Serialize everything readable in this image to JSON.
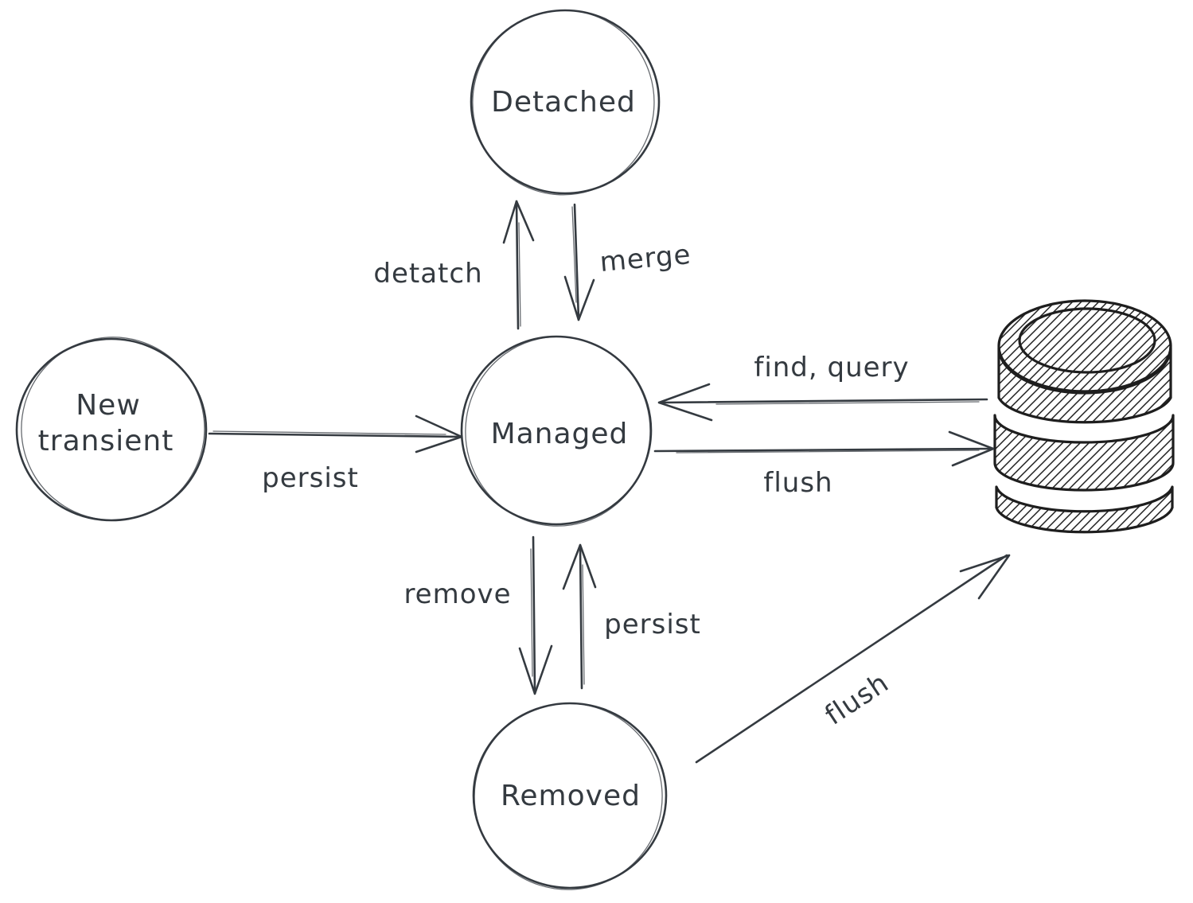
{
  "canvas": {
    "background": "#ffffff",
    "stroke_color": "#343a40",
    "database_stroke_color": "#1e1e1e"
  },
  "nodes": {
    "detached": {
      "label": "Detached"
    },
    "new_transient": {
      "line1": "New",
      "line2": "transient"
    },
    "managed": {
      "label": "Managed"
    },
    "removed": {
      "label": "Removed"
    },
    "database": {
      "icon": "database-icon"
    }
  },
  "edges": {
    "detatch": {
      "label": "detatch",
      "from": "Managed",
      "to": "Detached"
    },
    "merge": {
      "label": "merge",
      "from": "Detached",
      "to": "Managed"
    },
    "persist_new": {
      "label": "persist",
      "from": "New transient",
      "to": "Managed"
    },
    "find_query": {
      "label": "find, query",
      "from": "database",
      "to": "Managed"
    },
    "flush_managed": {
      "label": "flush",
      "from": "Managed",
      "to": "database"
    },
    "remove": {
      "label": "remove",
      "from": "Managed",
      "to": "Removed"
    },
    "persist_removed": {
      "label": "persist",
      "from": "Removed",
      "to": "Managed"
    },
    "flush_removed": {
      "label": "flush",
      "from": "Removed",
      "to": "database"
    }
  }
}
